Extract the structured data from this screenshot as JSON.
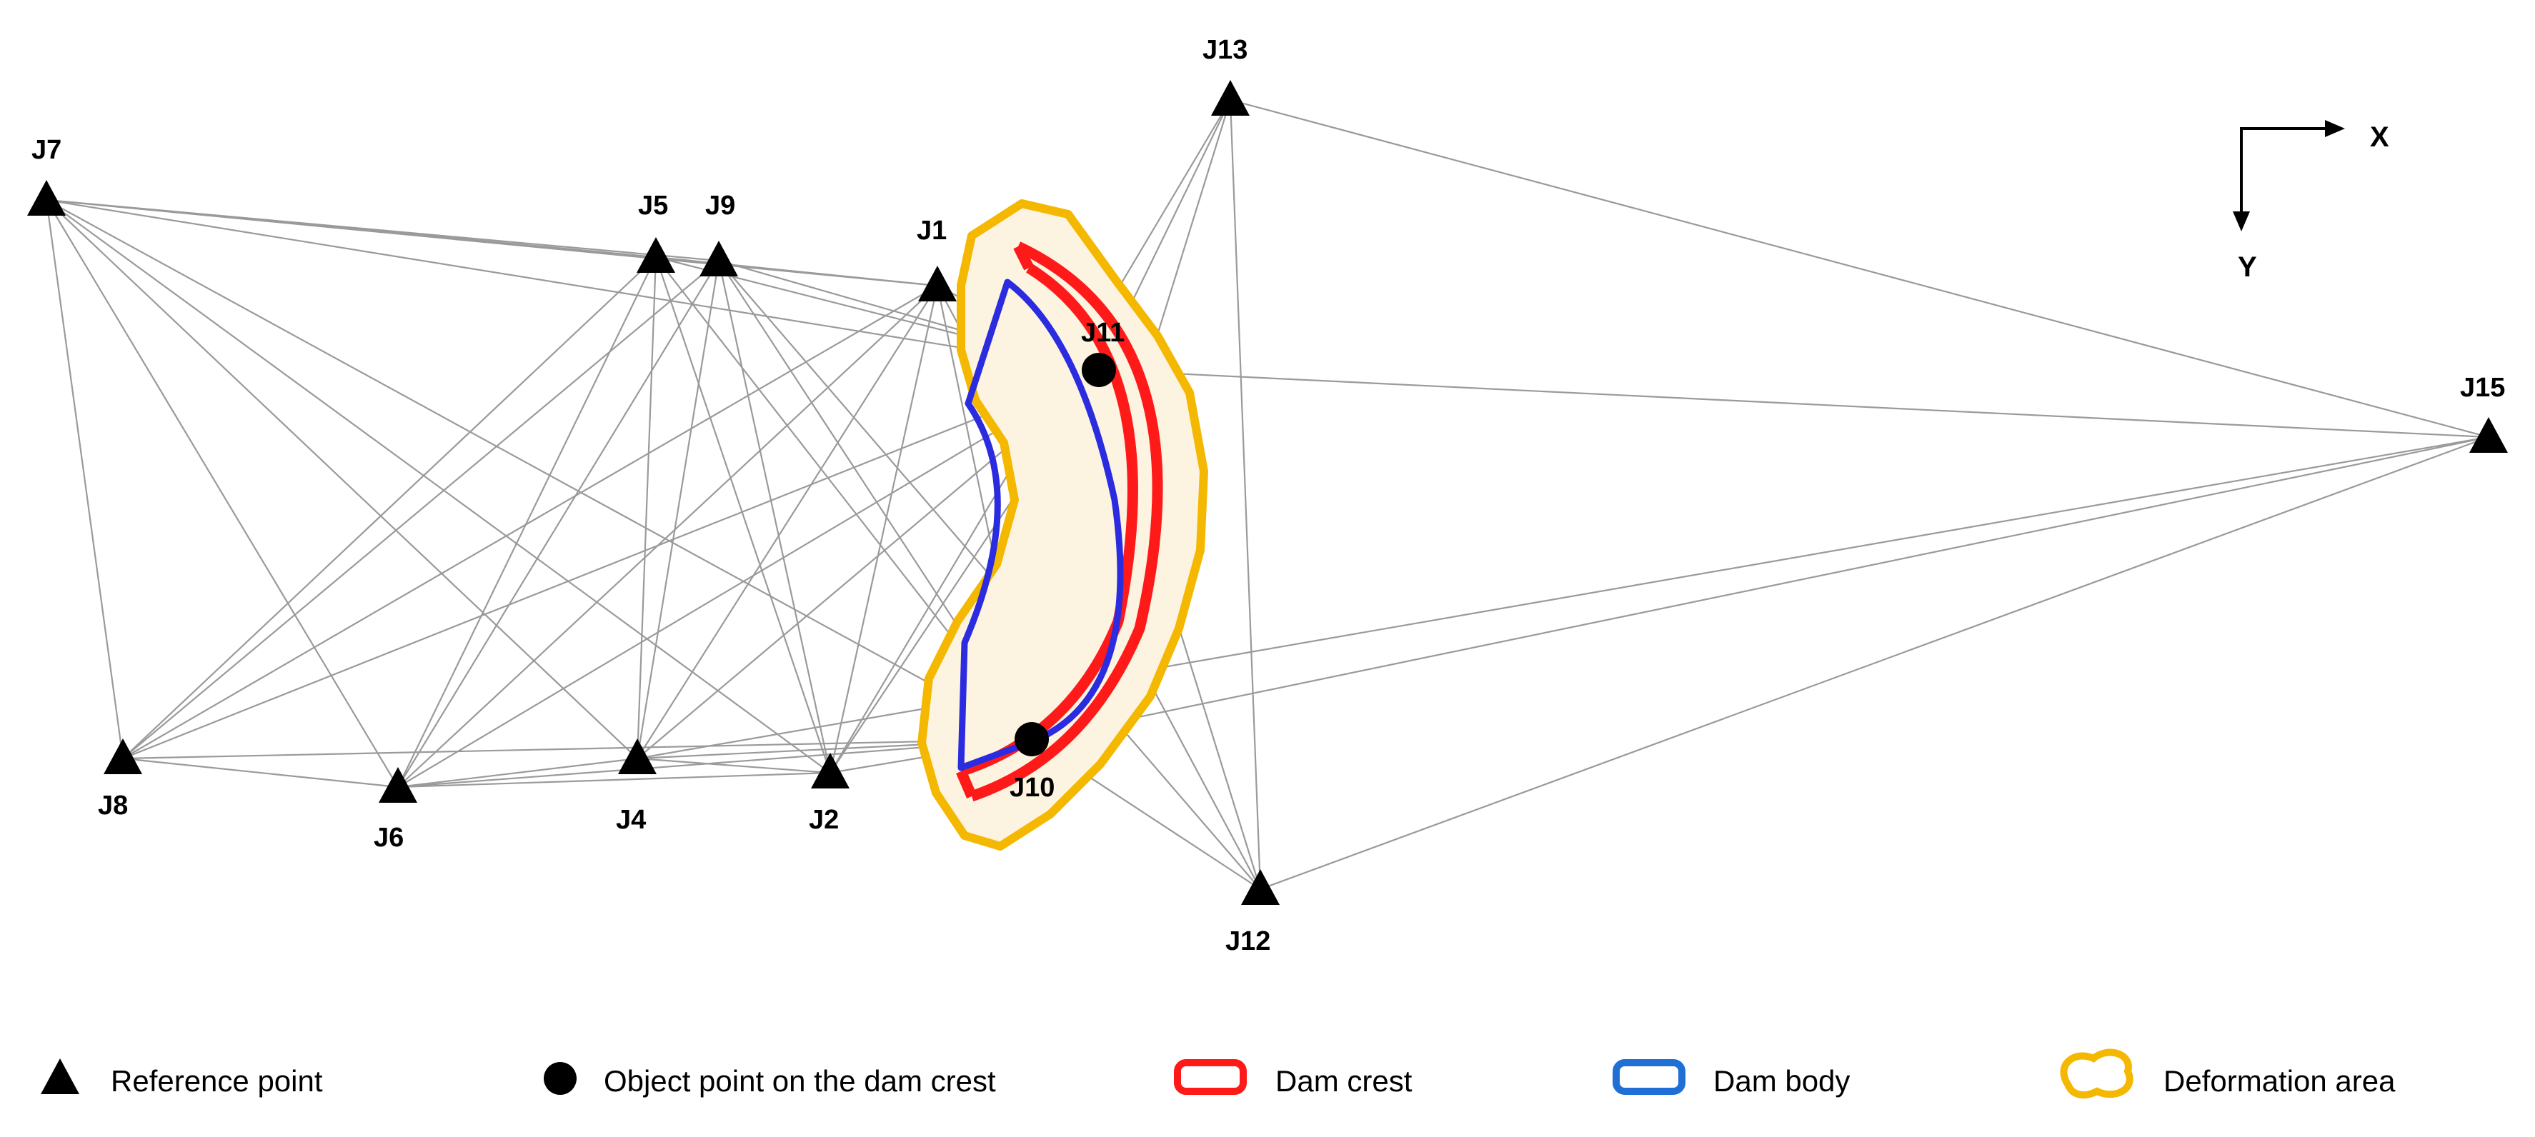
{
  "axes": {
    "x_label": "X",
    "y_label": "Y"
  },
  "points": [
    {
      "id": "J1",
      "label": "J1",
      "kind": "reference"
    },
    {
      "id": "J2",
      "label": "J2",
      "kind": "reference"
    },
    {
      "id": "J4",
      "label": "J4",
      "kind": "reference"
    },
    {
      "id": "J5",
      "label": "J5",
      "kind": "reference"
    },
    {
      "id": "J6",
      "label": "J6",
      "kind": "reference"
    },
    {
      "id": "J7",
      "label": "J7",
      "kind": "reference"
    },
    {
      "id": "J8",
      "label": "J8",
      "kind": "reference"
    },
    {
      "id": "J9",
      "label": "J9",
      "kind": "reference"
    },
    {
      "id": "J10",
      "label": "J10",
      "kind": "object"
    },
    {
      "id": "J11",
      "label": "J11",
      "kind": "object"
    },
    {
      "id": "J12",
      "label": "J12",
      "kind": "reference"
    },
    {
      "id": "J13",
      "label": "J13",
      "kind": "reference"
    },
    {
      "id": "J15",
      "label": "J15",
      "kind": "reference"
    }
  ],
  "legend": {
    "reference": "Reference point",
    "object": "Object point on the dam crest",
    "crest": "Dam crest",
    "body": "Dam body",
    "deformation": "Deformation area"
  },
  "colors": {
    "crest": "#ff1a1a",
    "body": "#2b2be0",
    "deformation": "#f5b800",
    "deformation_fill": "#fdf3e1",
    "lines": "#9a9a9a",
    "marker": "#000000"
  }
}
